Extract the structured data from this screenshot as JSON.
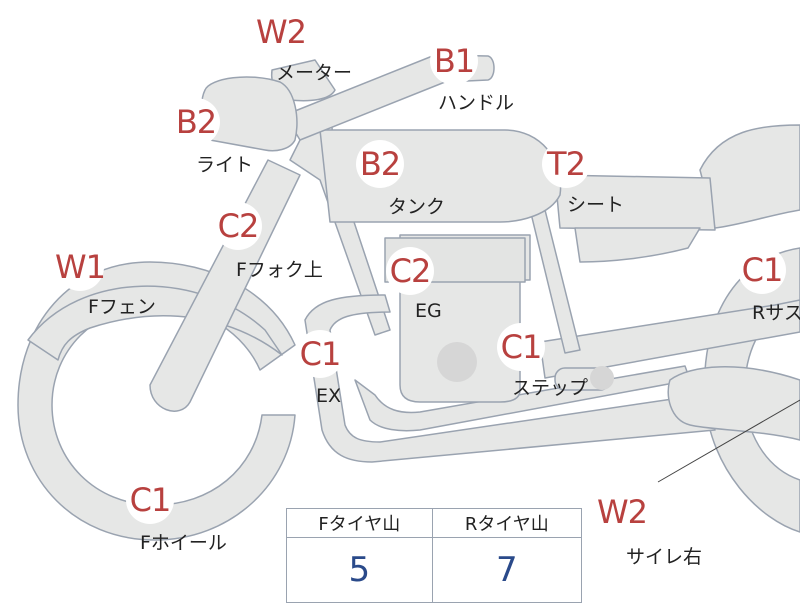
{
  "colors": {
    "badge_text": "#b8413f",
    "part_fill": "#e6e7e6",
    "part_stroke": "#9aa3b0",
    "value_text": "#2a4a8a"
  },
  "parts": [
    {
      "id": "meter",
      "rank": "W2",
      "label": "メーター"
    },
    {
      "id": "handle",
      "rank": "B1",
      "label": "ハンドル"
    },
    {
      "id": "light",
      "rank": "B2",
      "label": "ライト"
    },
    {
      "id": "tank",
      "rank": "B2",
      "label": "タンク"
    },
    {
      "id": "seat",
      "rank": "T2",
      "label": "シート"
    },
    {
      "id": "front-fork-upper",
      "rank": "C2",
      "label": "Fフォク上"
    },
    {
      "id": "front-fender",
      "rank": "W1",
      "label": "Fフェン"
    },
    {
      "id": "engine",
      "rank": "C2",
      "label": "EG"
    },
    {
      "id": "rear-suspension",
      "rank": "C1",
      "label": "Rサス"
    },
    {
      "id": "exhaust",
      "rank": "C1",
      "label": "EX"
    },
    {
      "id": "step",
      "rank": "C1",
      "label": "ステップ"
    },
    {
      "id": "front-wheel",
      "rank": "C1",
      "label": "Fホイール"
    },
    {
      "id": "silencer-right",
      "rank": "W2",
      "label": "サイレ右"
    }
  ],
  "tire_table": {
    "headers": [
      "Fタイヤ山",
      "Rタイヤ山"
    ],
    "values": [
      "5",
      "7"
    ]
  }
}
